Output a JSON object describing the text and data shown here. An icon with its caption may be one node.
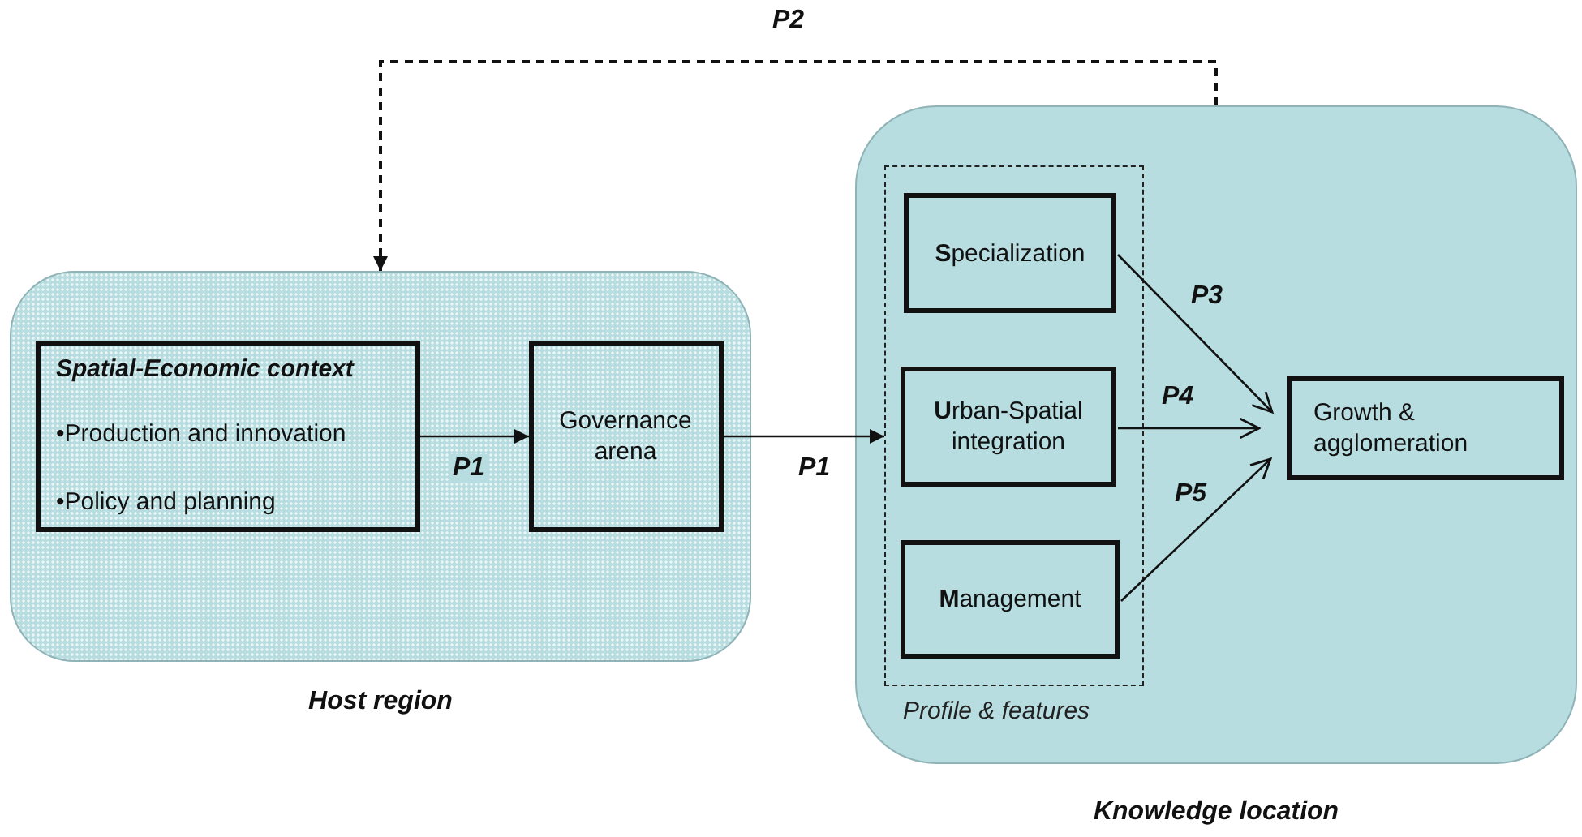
{
  "diagram": {
    "nodes": [
      {
        "text": [
          "Host region"
        ]
      },
      {
        "text": [
          "Spatial-Economic context",
          "•Production and innovation",
          "•Policy and planning"
        ],
        "in": 0
      },
      {
        "text": [
          "Governance arena"
        ],
        "in": 0
      },
      {
        "text": [
          "Knowledge location"
        ]
      },
      {
        "text": [
          "Profile & features"
        ],
        "in": 3
      },
      {
        "text": [
          "**S**pecialization"
        ],
        "in": 4
      },
      {
        "text": [
          "**U**rban-Spatial integration"
        ],
        "in": 4
      },
      {
        "text": [
          "**M**anagement"
        ],
        "in": 4
      },
      {
        "text": [
          "Growth & agglomeration"
        ],
        "in": 3
      }
    ],
    "edges": [
      {
        "from": 1,
        "to": 2,
        "arrow": "to",
        "label": "P1"
      },
      {
        "from": 2,
        "to": 4,
        "arrow": "to",
        "label": "P1"
      },
      {
        "from": 3,
        "to": 0,
        "arrow": "to",
        "label": "P2",
        "style": "dashed"
      },
      {
        "from": 5,
        "to": 8,
        "arrow": "to",
        "label": "P3"
      },
      {
        "from": 6,
        "to": 8,
        "arrow": "to",
        "label": "P4"
      },
      {
        "from": 7,
        "to": 8,
        "arrow": "to",
        "label": "P5"
      }
    ]
  }
}
